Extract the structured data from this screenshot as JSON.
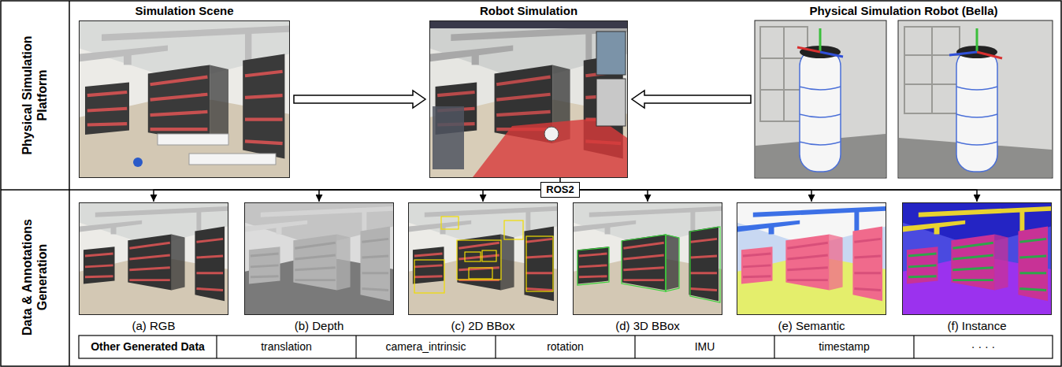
{
  "diagram": {
    "nodes": [
      {
        "text": [
          "Simulation Scene"
        ]
      },
      {
        "text": [
          "Robot Simulation"
        ]
      },
      {
        "text": [
          "Physical Simulation Robot (Bella)"
        ]
      },
      {
        "text": [
          "ROS2"
        ]
      },
      {
        "text": [
          "(a) RGB"
        ]
      },
      {
        "text": [
          "(b) Depth"
        ]
      },
      {
        "text": [
          "(c) 2D BBox"
        ]
      },
      {
        "text": [
          "(d) 3D BBox"
        ]
      },
      {
        "text": [
          "(e) Semantic"
        ]
      },
      {
        "text": [
          "(f) Instance"
        ]
      }
    ],
    "edges": [
      {
        "from": 0,
        "to": 1,
        "arrow": "to"
      },
      {
        "from": 2,
        "to": 1,
        "arrow": "to"
      },
      {
        "from": 1,
        "to": 3,
        "arrow": "none"
      },
      {
        "from": 3,
        "to": 4,
        "arrow": "to"
      },
      {
        "from": 3,
        "to": 5,
        "arrow": "to"
      },
      {
        "from": 3,
        "to": 6,
        "arrow": "to"
      },
      {
        "from": 3,
        "to": 7,
        "arrow": "to"
      },
      {
        "from": 3,
        "to": 8,
        "arrow": "to"
      },
      {
        "from": 3,
        "to": 9,
        "arrow": "to"
      }
    ],
    "labels": [
      "Physical Simulation Platform",
      "Data & Annotations Generation",
      "Other Generated Data",
      "translation",
      "camera_intrinsic",
      "rotation",
      "IMU",
      "timestamp",
      "· · · ·"
    ]
  }
}
